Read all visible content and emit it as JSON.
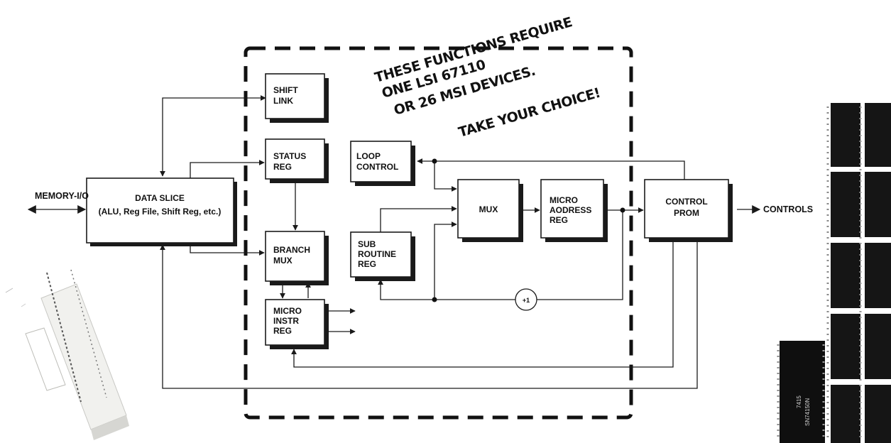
{
  "annotation": {
    "lines": [
      "THESE FUNCTIONS REQUIRE",
      "ONE LSI 67110",
      "OR 26 MSI DEVICES.",
      "TAKE YOUR CHOICE!"
    ]
  },
  "external": {
    "memory_io": "MEMORY-I/O",
    "controls": "CONTROLS"
  },
  "blocks": {
    "data_slice": [
      "DATA SLICE",
      "(ALU, Reg File, Shift Reg, etc.)"
    ],
    "shift_link": [
      "SHIFT",
      "LINK"
    ],
    "status_reg": [
      "STATUS",
      "REG"
    ],
    "branch_mux": [
      "BRANCH",
      "MUX"
    ],
    "micro_instr_reg": [
      "MICRO",
      "INSTR",
      "REG"
    ],
    "loop_control": [
      "LOOP",
      "CONTROL"
    ],
    "sub_routine_reg": [
      "SUB",
      "ROUTINE",
      "REG"
    ],
    "mux": [
      "MUX"
    ],
    "micro_address_reg": [
      "MICRO",
      "AODRESS",
      "REG"
    ],
    "control_prom": [
      "CONTROL",
      "PROM"
    ]
  },
  "incrementer": "+1",
  "photo_chip_labels": [
    "7415",
    "SN74150N"
  ]
}
